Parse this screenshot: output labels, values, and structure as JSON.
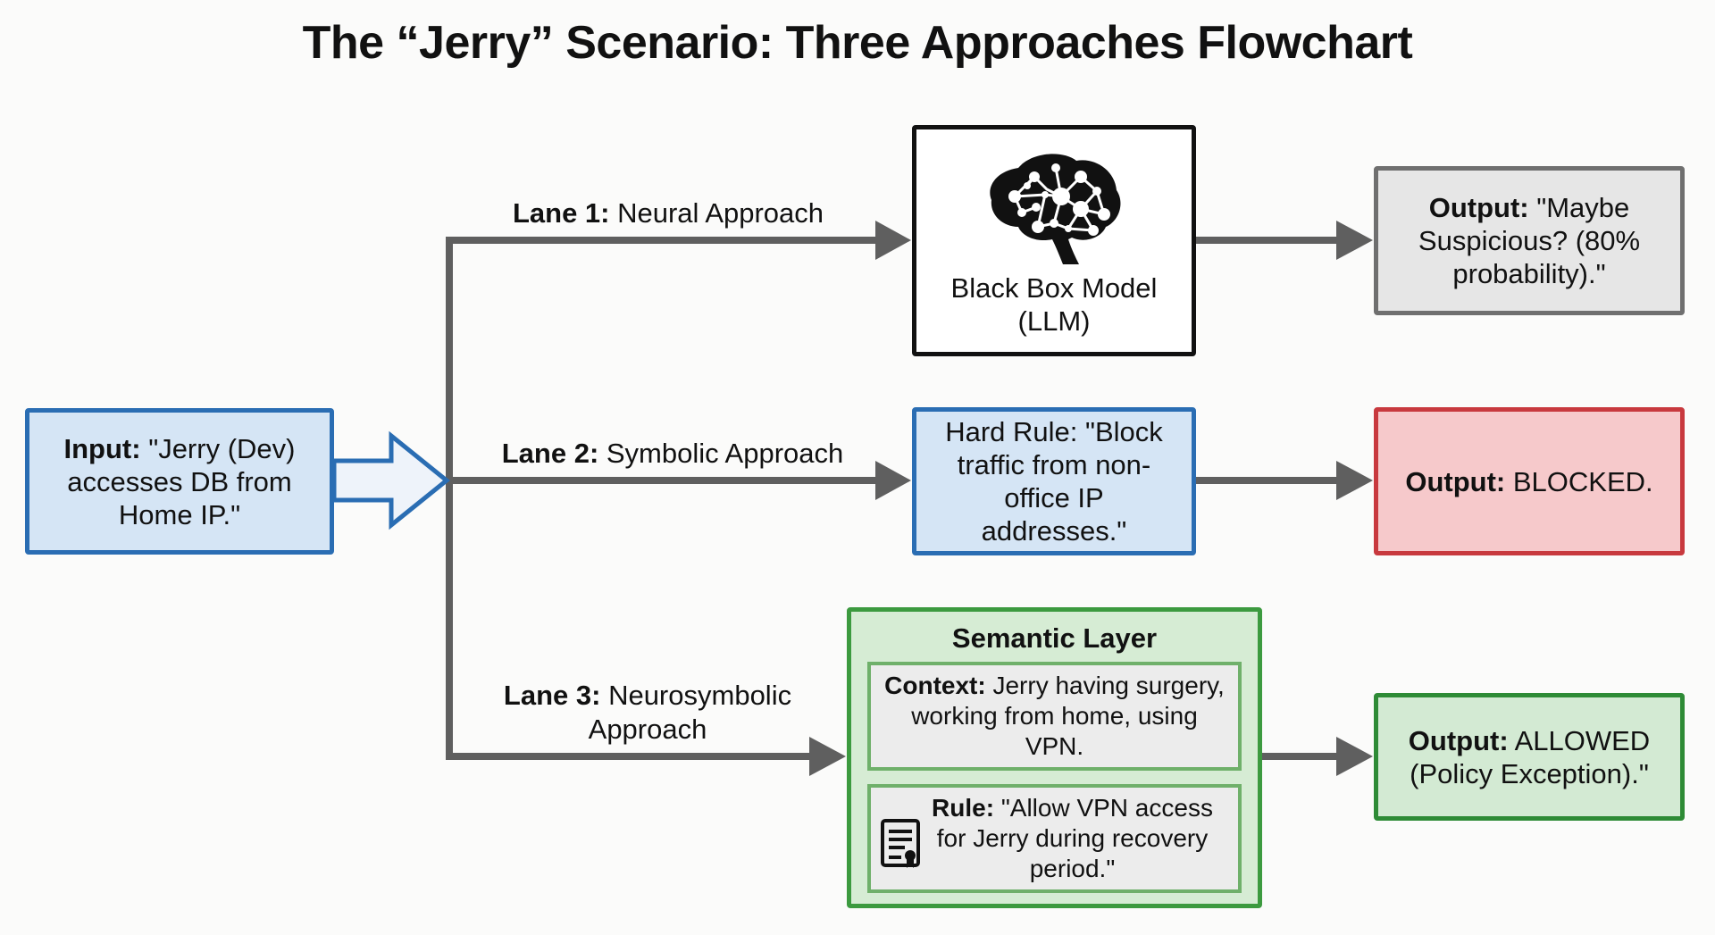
{
  "title": "The “Jerry” Scenario: Three Approaches Flowchart",
  "colors": {
    "input_blue": "#2a6db3",
    "input_fill": "#d5e5f5",
    "connector_gray": "#5f5f5f",
    "output_gray_border": "#6f6f6f",
    "output_red_border": "#c8393e",
    "output_red_fill": "#f6c9cb",
    "output_green_border": "#2e8b36",
    "output_green_fill": "#d3ead3"
  },
  "input": {
    "label": "Input:",
    "text": " \"Jerry (Dev) accesses DB from Home IP.\""
  },
  "lanes": [
    {
      "label": "Lane 1:",
      "name": " Neural Approach",
      "process": {
        "icon": "brain-network-icon",
        "text": "Black Box Model (LLM)"
      },
      "output": {
        "label": "Output:",
        "text": " \"Maybe Suspicious? (80% probability).\""
      }
    },
    {
      "label": "Lane 2:",
      "name": " Symbolic Approach",
      "process": {
        "text": "Hard Rule: \"Block traffic from non-office IP addresses.\""
      },
      "output": {
        "label": "Output:",
        "text": " BLOCKED."
      }
    },
    {
      "label": "Lane 3:",
      "name": " Neurosymbolic Approach",
      "process": {
        "title": "Semantic Layer",
        "context": {
          "label": "Context:",
          "text": " Jerry having surgery, working from home, using VPN."
        },
        "rule": {
          "icon": "certificate-icon",
          "label": "Rule:",
          "text": " \"Allow VPN access for Jerry during recovery period.\""
        }
      },
      "output": {
        "label": "Output:",
        "text": " ALLOWED (Policy Exception).\""
      }
    }
  ]
}
